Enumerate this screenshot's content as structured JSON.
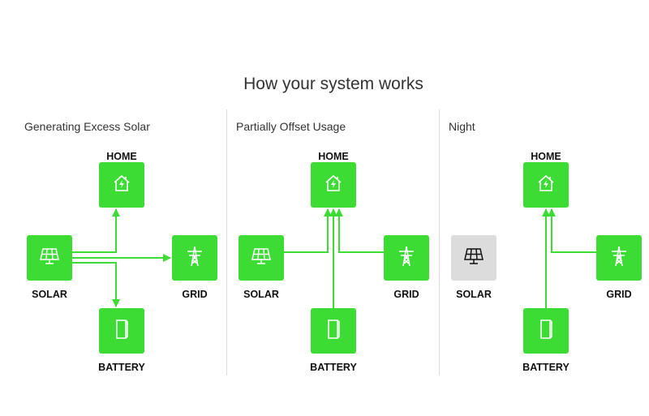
{
  "title": "How your system works",
  "colors": {
    "accent": "#3ddc35",
    "inactive": "#dcdcdc"
  },
  "panels": [
    {
      "subtitle": "Generating Excess Solar",
      "home": "HOME",
      "solar": "SOLAR",
      "grid": "GRID",
      "battery": "BATTERY",
      "solar_active": true
    },
    {
      "subtitle": "Partially Offset Usage",
      "home": "HOME",
      "solar": "SOLAR",
      "grid": "GRID",
      "battery": "BATTERY",
      "solar_active": true
    },
    {
      "subtitle": "Night",
      "home": "HOME",
      "solar": "SOLAR",
      "grid": "GRID",
      "battery": "BATTERY",
      "solar_active": false
    }
  ]
}
